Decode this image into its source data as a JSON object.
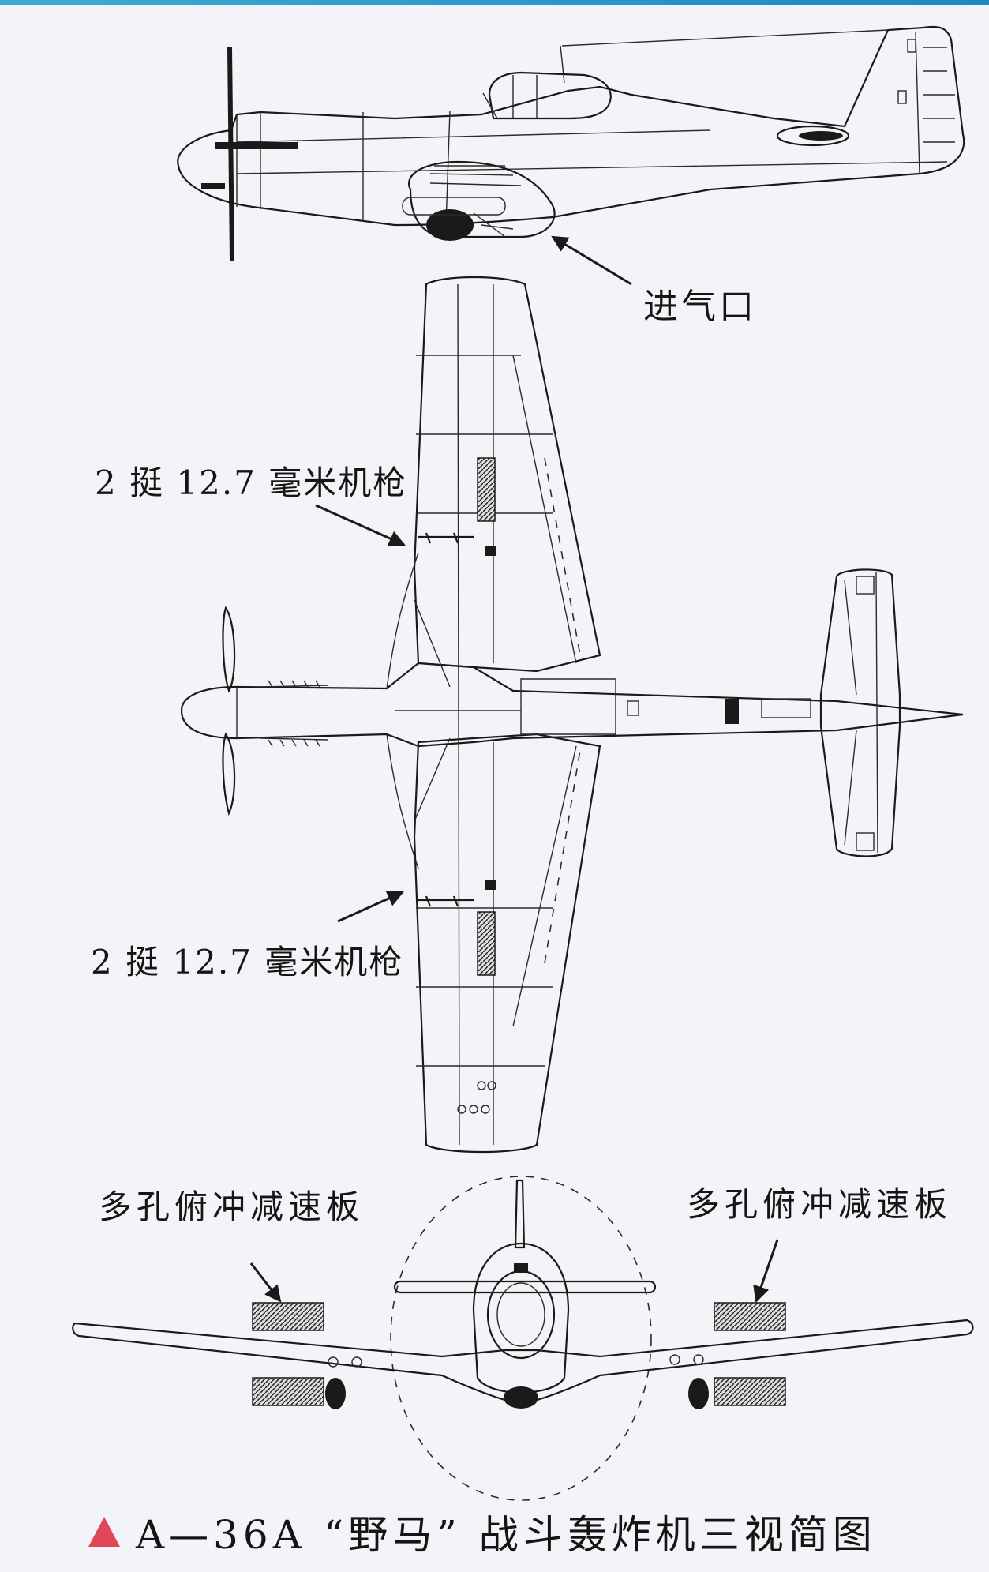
{
  "figure": {
    "subject": "A-36A Mustang three-view drawing",
    "views": [
      "side-view",
      "top-view",
      "front-view"
    ]
  },
  "labels": {
    "air_intake": "进气口",
    "guns_upper": "2 挺 12.7 毫米机枪",
    "guns_lower": "2 挺 12.7 毫米机枪",
    "dive_brake_left": "多孔俯冲减速板",
    "dive_brake_right": "多孔俯冲减速板"
  },
  "caption": {
    "marker": "▲",
    "marker_color": "#e0485a",
    "text": "A—36A “野马” 战斗轰炸机三视简图"
  },
  "colors": {
    "background": "#f3f4f7",
    "line": "#1a1a1a",
    "top_border": "#2a97cc"
  }
}
